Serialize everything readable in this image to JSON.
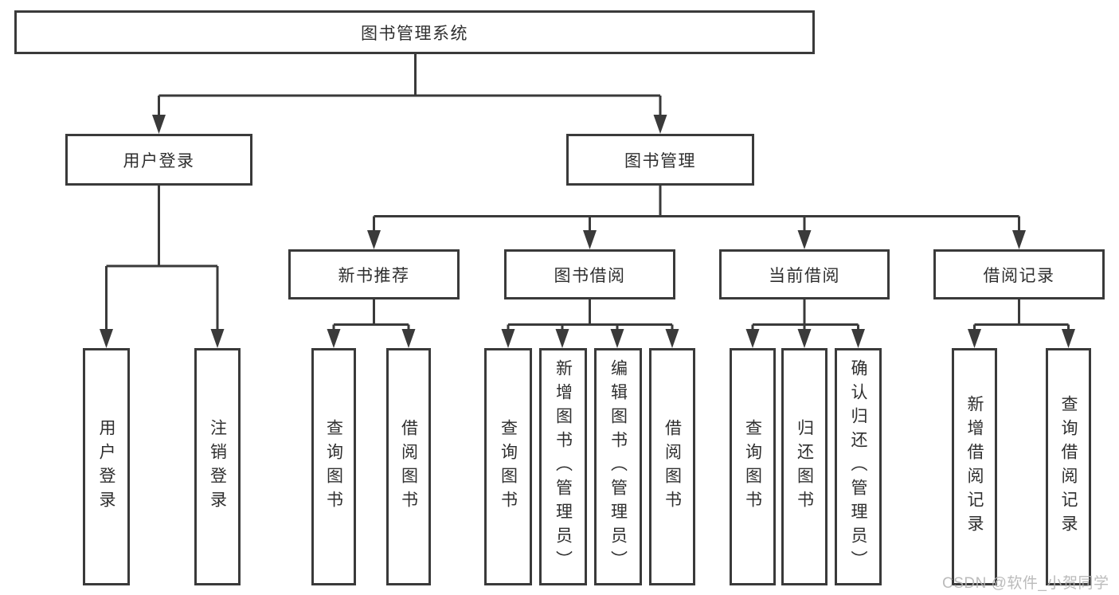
{
  "colors": {
    "line": "#3a3a3a",
    "box_border": "#3a3a3a",
    "box_background": "#ffffff",
    "text": "#2f2f2f",
    "watermark": "#b4b4b4",
    "page_background": "#ffffff"
  },
  "watermark": {
    "text": "CSDN @软件_小贺同学"
  },
  "tree": {
    "label": "图书管理系统",
    "children": [
      {
        "label": "用户登录",
        "children": [
          {
            "label": "用户登录"
          },
          {
            "label": "注销登录"
          }
        ]
      },
      {
        "label": "图书管理",
        "children": [
          {
            "label": "新书推荐",
            "children": [
              {
                "label": "查询图书"
              },
              {
                "label": "借阅图书"
              }
            ]
          },
          {
            "label": "图书借阅",
            "children": [
              {
                "label": "查询图书"
              },
              {
                "label": "新增图书（管理员）"
              },
              {
                "label": "编辑图书（管理员）"
              },
              {
                "label": "借阅图书"
              }
            ]
          },
          {
            "label": "当前借阅",
            "children": [
              {
                "label": "查询图书"
              },
              {
                "label": "归还图书"
              },
              {
                "label": "确认归还（管理员）"
              }
            ]
          },
          {
            "label": "借阅记录",
            "children": [
              {
                "label": "新增借阅记录"
              },
              {
                "label": "查询借阅记录"
              }
            ]
          }
        ]
      }
    ]
  }
}
